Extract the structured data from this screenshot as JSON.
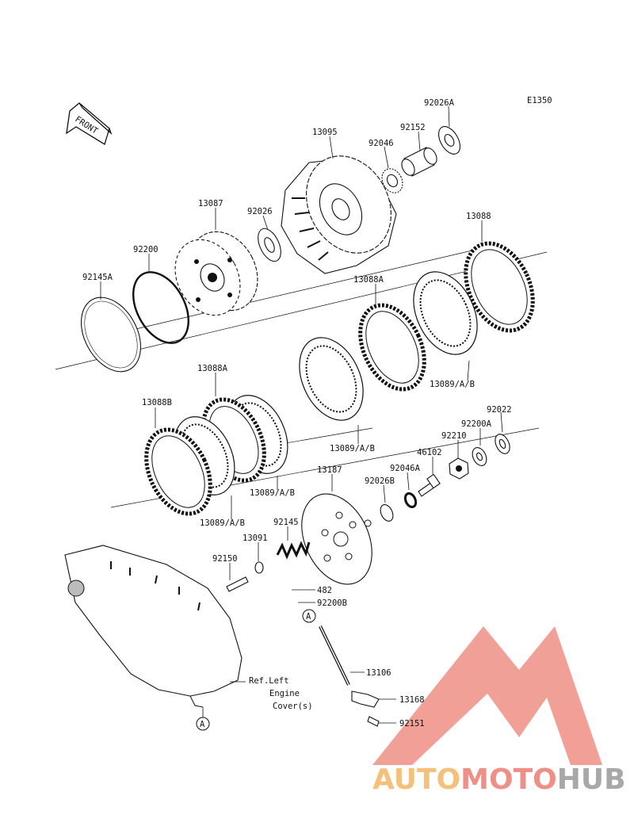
{
  "diagram": {
    "code": "E1350",
    "front_label": "FRONT",
    "ref_note": [
      "Ref.Left",
      "Engine",
      "Cover(s)"
    ],
    "callout_a": "A",
    "labels": {
      "p92026A": "92026A",
      "p92152": "92152",
      "p92046": "92046",
      "p13095": "13095",
      "p13087": "13087",
      "p92026": "92026",
      "p92200": "92200",
      "p92145A": "92145A",
      "p13088": "13088",
      "p13088A_top": "13088A",
      "p13089_r1": "13089/A/B",
      "p13088A_left": "13088A",
      "p13088B": "13088B",
      "p13089_r2": "13089/A/B",
      "p13089_r3": "13089/A/B",
      "p13089_r4": "13089/A/B",
      "p92022": "92022",
      "p92200A": "92200A",
      "p92210": "92210",
      "p46102": "46102",
      "p92046A": "92046A",
      "p92026B": "92026B",
      "p13187": "13187",
      "p92145": "92145",
      "p13091": "13091",
      "p92150": "92150",
      "p482": "482",
      "p92200B": "92200B",
      "p13106": "13106",
      "p13168": "13168",
      "p92151": "92151"
    }
  },
  "watermark": {
    "part1": "AUTO",
    "part2": "MOTO",
    "part3": "HUB",
    "color1": "#f5c07a",
    "color2": "#ef8f86",
    "color3": "#a8a8a8",
    "logo_color": "#ef8f86"
  }
}
